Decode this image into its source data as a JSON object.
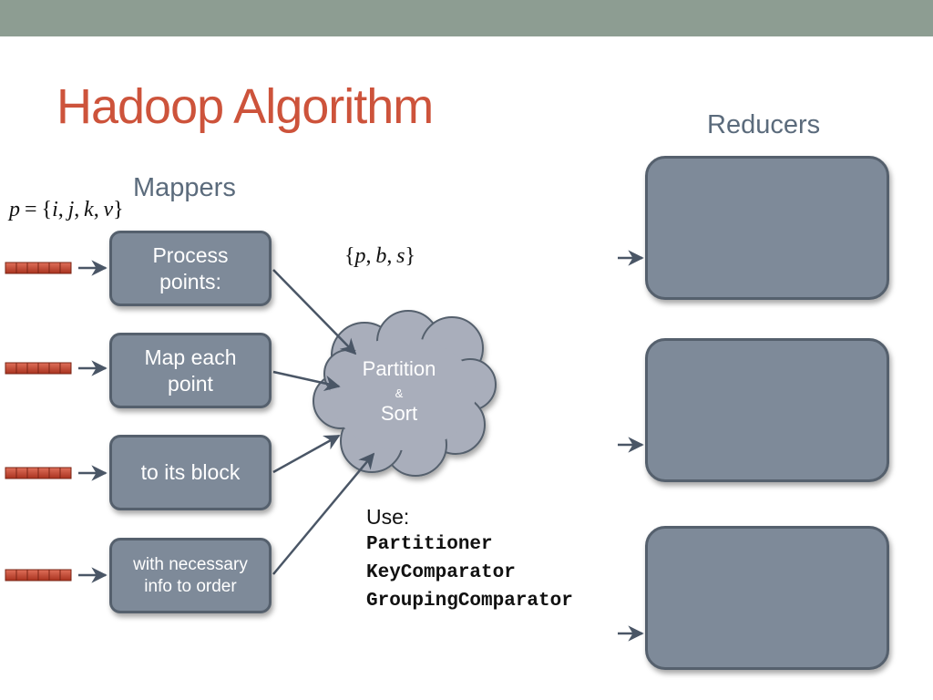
{
  "slide": {
    "title": "Hadoop Algorithm",
    "mappers_label": "Mappers",
    "reducers_label": "Reducers",
    "input_set": {
      "lhs": "p",
      "eq": "=",
      "open": "{",
      "vars": [
        "i",
        "j",
        "k",
        "v"
      ],
      "close": "}"
    },
    "key_tuple": {
      "open": "{",
      "vars": [
        "p",
        "b",
        "s"
      ],
      "close": "}"
    },
    "mappers": [
      {
        "line1": "Process",
        "line2": "points:"
      },
      {
        "line1": "Map each",
        "line2": "point"
      },
      {
        "line1": "to its block",
        "line2": ""
      },
      {
        "line1": "with necessary",
        "line2": "info to order"
      }
    ],
    "cloud": {
      "line1": "Partition",
      "line2": "&",
      "line3": "Sort"
    },
    "use": {
      "heading": "Use:",
      "items": [
        "Partitioner",
        "KeyComparator",
        "GroupingComparator"
      ]
    },
    "reducer_count": 3
  },
  "colors": {
    "title": "#cd533b",
    "top_bar": "#8d9d92",
    "label": "#5b6b7c",
    "mapper_fill": "#7e8a99",
    "mapper_border": "#55606d",
    "cloud_fill": "#a9aebb",
    "input_block": "#c8432f",
    "arrow": "#4a5666"
  },
  "icons": {
    "input_records": "input-record-strip-icon",
    "flow": "arrow-icon"
  }
}
